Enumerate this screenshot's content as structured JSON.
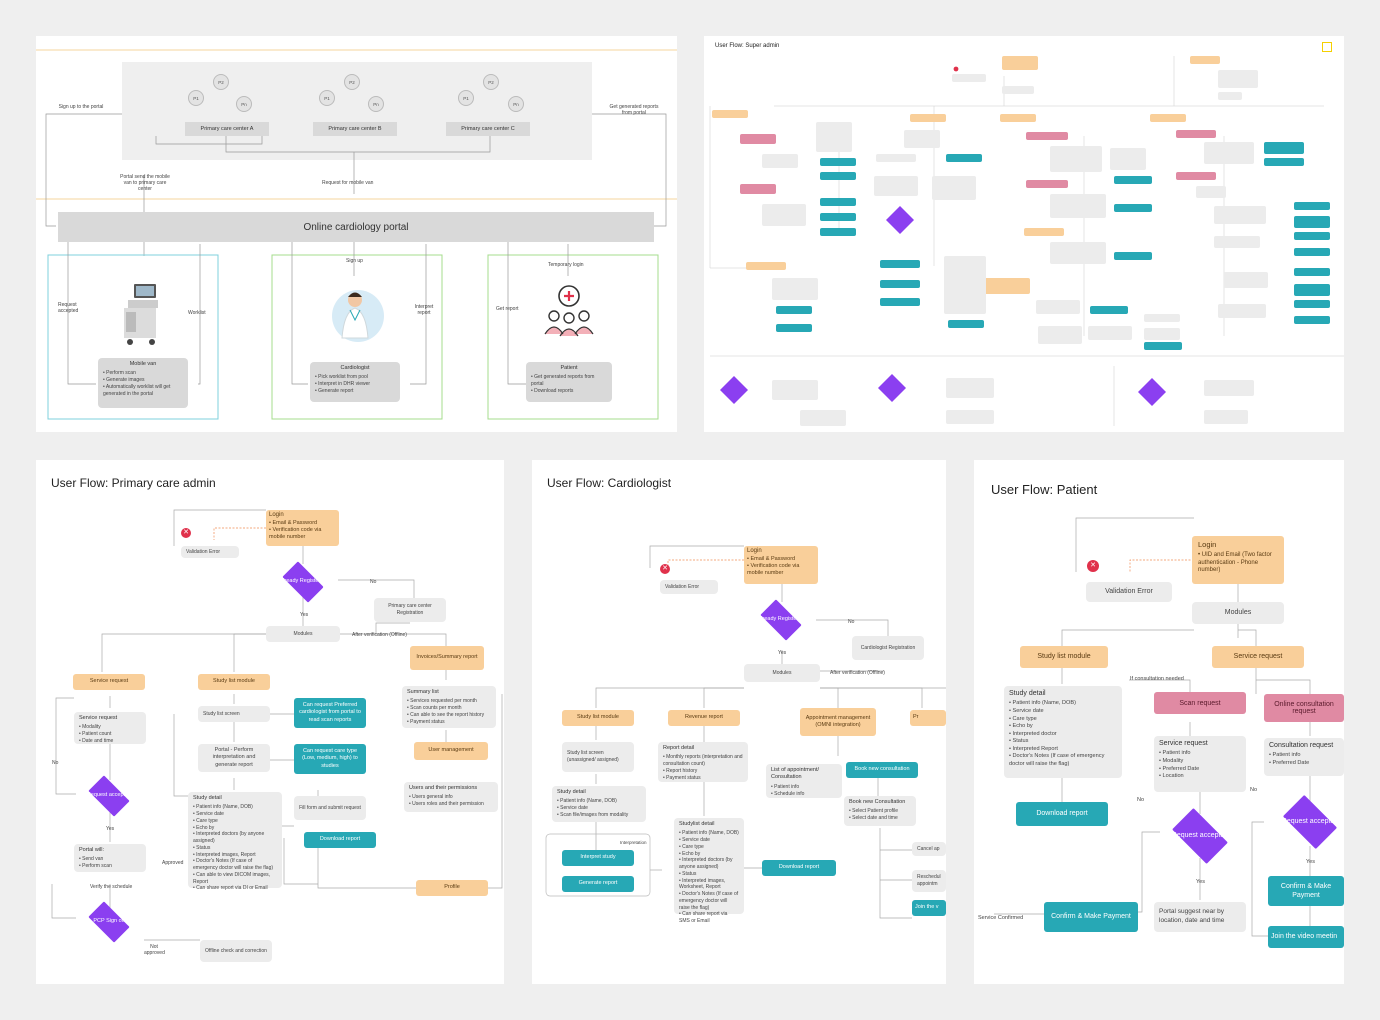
{
  "overview": {
    "clinics": [
      "Primary care center A",
      "Primary care center B",
      "Primary care center C"
    ],
    "node_labels": [
      "P2",
      "P1",
      "Pn"
    ],
    "sign_up_portal": "Sign up to the portal",
    "get_generated_reports": "Get generated reports from portal",
    "portal_send_van": "Portal send the mobile van to primary care center",
    "request_mobile_van": "Request for mobile van",
    "portal_title": "Online cardiology portal",
    "request_accepted": "Request accepted",
    "worklist": "Worklist",
    "sign_up": "Sign up",
    "interpret_report": "Interpret report",
    "temporary_login": "Temporary login",
    "get_report": "Get report",
    "mobile_van": {
      "title": "Mobile van",
      "items": [
        "Perform scan",
        "Generate images",
        "Automatically worklist will get generated in the portal"
      ]
    },
    "cardiologist": {
      "title": "Cardiologist",
      "items": [
        "Pick worklist from pool",
        "Interpret in DHR viewer",
        "Generate report"
      ]
    },
    "patient": {
      "title": "Patient",
      "items": [
        "Get generated reports from portal",
        "Download reports"
      ]
    }
  },
  "super_admin": {
    "title": "User Flow: Super admin"
  },
  "primary_admin": {
    "title": "User Flow: Primary care admin",
    "login": {
      "title": "Login",
      "items": [
        "Email & Password",
        "Verification code via mobile number"
      ]
    },
    "validation_error": "Validation Error",
    "already_registered": "Already Registered",
    "no": "No",
    "yes": "Yes",
    "pcc_registration": "Primary care center Registration",
    "modules": "Modules",
    "after_verification": "After verification (Offline)",
    "invoices_summary": "Invoices/Summary report",
    "service_request": "Service request",
    "study_list_module": "Study list module",
    "summary_list": {
      "title": "Summary list",
      "items": [
        "Services requested per month",
        "Scan counts per month",
        "Can able to see the report history",
        "Payment status"
      ]
    },
    "service_request_box": {
      "title": "Service request",
      "items": [
        "Modality",
        "Patient count",
        "Date and time"
      ]
    },
    "study_list_screen": "Study list screen",
    "can_request_cardiologist": "Can request Preferred cardiologist from portal to read scan reports",
    "portal_perform": "Portal - Perform interpretation and generate report",
    "can_request_care_type": "Can request care type (Low, medium, high) to studies",
    "user_management": "User management",
    "users_permissions": {
      "title": "Users and their permissions",
      "items": [
        "Users general info",
        "Users roles and their permission"
      ]
    },
    "request_accepted": "Request accepted",
    "study_detail": {
      "title": "Study detail",
      "items": [
        "Patient info (Name, DOB)",
        "Service date",
        "Care type",
        "Echo by",
        "Interpreted doctors (by anyone assigned)",
        "Status",
        "Interpreted images, Report",
        "Doctor's Notes (If case of emergency doctor will raise the flag)",
        "Can able to view DICOM images, Report",
        "Can share report via DI or Email"
      ]
    },
    "fill_form": "Fill form and submit request",
    "download_report": "Download report",
    "approved": "Approved",
    "portal_will": {
      "title": "Portal will:",
      "items": [
        "Send van",
        "Perform scan"
      ]
    },
    "verify_schedule": "Verify the schedule",
    "profile": "Profile",
    "pcp_sign_off": "PCP Sign off",
    "not_approved": "Not approved",
    "offline_check": "Offline check and correction"
  },
  "cardiologist_flow": {
    "title": "User Flow: Cardiologist",
    "login": {
      "title": "Login",
      "items": [
        "Email & Password",
        "Verification code via mobile number"
      ]
    },
    "validation_error": "Validation Error",
    "already_registered": "Already Registered",
    "no": "No",
    "yes": "Yes",
    "registration": "Cardiologist Registration",
    "modules": "Modules",
    "after_verification": "After verification (Offline)",
    "study_list_module": "Study list module",
    "revenue_report": "Revenue report",
    "appointment_mgmt": "Appointment management (OMNI integration)",
    "pr": "Pr",
    "study_list_screen": "Study list screen (unassigned/ assigned)",
    "report_detail": {
      "title": "Report detail",
      "items": [
        "Monthly reports (interpretation and consultation count)",
        "Report history",
        "Payment status"
      ]
    },
    "list_appointment": {
      "title": "List of appointment/ Consultation",
      "items": [
        "Patient info",
        "Schedule info"
      ]
    },
    "book_new_consultation": "Book new consultation",
    "study_detail": {
      "title": "Study detail",
      "items": [
        "Patient info (Name, DOB)",
        "Service date",
        "Scan file/images from modality"
      ]
    },
    "interpretation": "Interpretation",
    "interpret_study": "Interpret study",
    "generate_report": "Generate report",
    "studylist_detail": {
      "title": "Studylist detail",
      "items": [
        "Patient info (Name, DOB)",
        "Service date",
        "Care type",
        "Echo by",
        "Interpreted doctors (by anyone assigned)",
        "Status",
        "Interpreted images, Worksheet, Report",
        "Doctor's Notes (If case of emergency doctor will raise the flag)",
        "Can share report via SMS or Email"
      ]
    },
    "download_report": "Download report",
    "book_consultation_box": {
      "title": "Book new Consultation",
      "items": [
        "Select Patient profile",
        "Select date and time"
      ]
    },
    "cancel_app": "Cancel ap",
    "reschedule": "Reschedul appointm",
    "join_the_v": "Join the v"
  },
  "patient_flow": {
    "title": "User Flow: Patient",
    "login": {
      "title": "Login",
      "items": [
        "UID and Email (Two factor authentication - Phone number)"
      ]
    },
    "validation_error": "Validation Error",
    "modules": "Modules",
    "study_list_module": "Study list module",
    "service_request": "Service request",
    "if_consultation": "If consultation needed",
    "study_detail": {
      "title": "Study detail",
      "items": [
        "Patient info (Name, DOB)",
        "Service date",
        "Care type",
        "Echo by",
        "Interpreted doctor",
        "Status",
        "Interpreted Report",
        "Doctor's Notes (If case of emergency doctor will raise the flag)"
      ]
    },
    "scan_request": "Scan request",
    "online_consultation": "Online consultation request",
    "service_request_box": {
      "title": "Service request",
      "items": [
        "Patient info",
        "Modality",
        "Preferred Date",
        "Location"
      ]
    },
    "consultation_request": {
      "title": "Consultation request",
      "items": [
        "Patient info",
        "Preferred Date"
      ]
    },
    "download_report": "Download report",
    "request_accepted": "Request accepted",
    "no": "No",
    "yes": "Yes",
    "confirm_make_payment": "Confirm & Make Payment",
    "service_confirmed": "Service Confirmed",
    "portal_suggest": "Portal suggest near by location, date and time",
    "join_video": "Join the video meetin"
  }
}
